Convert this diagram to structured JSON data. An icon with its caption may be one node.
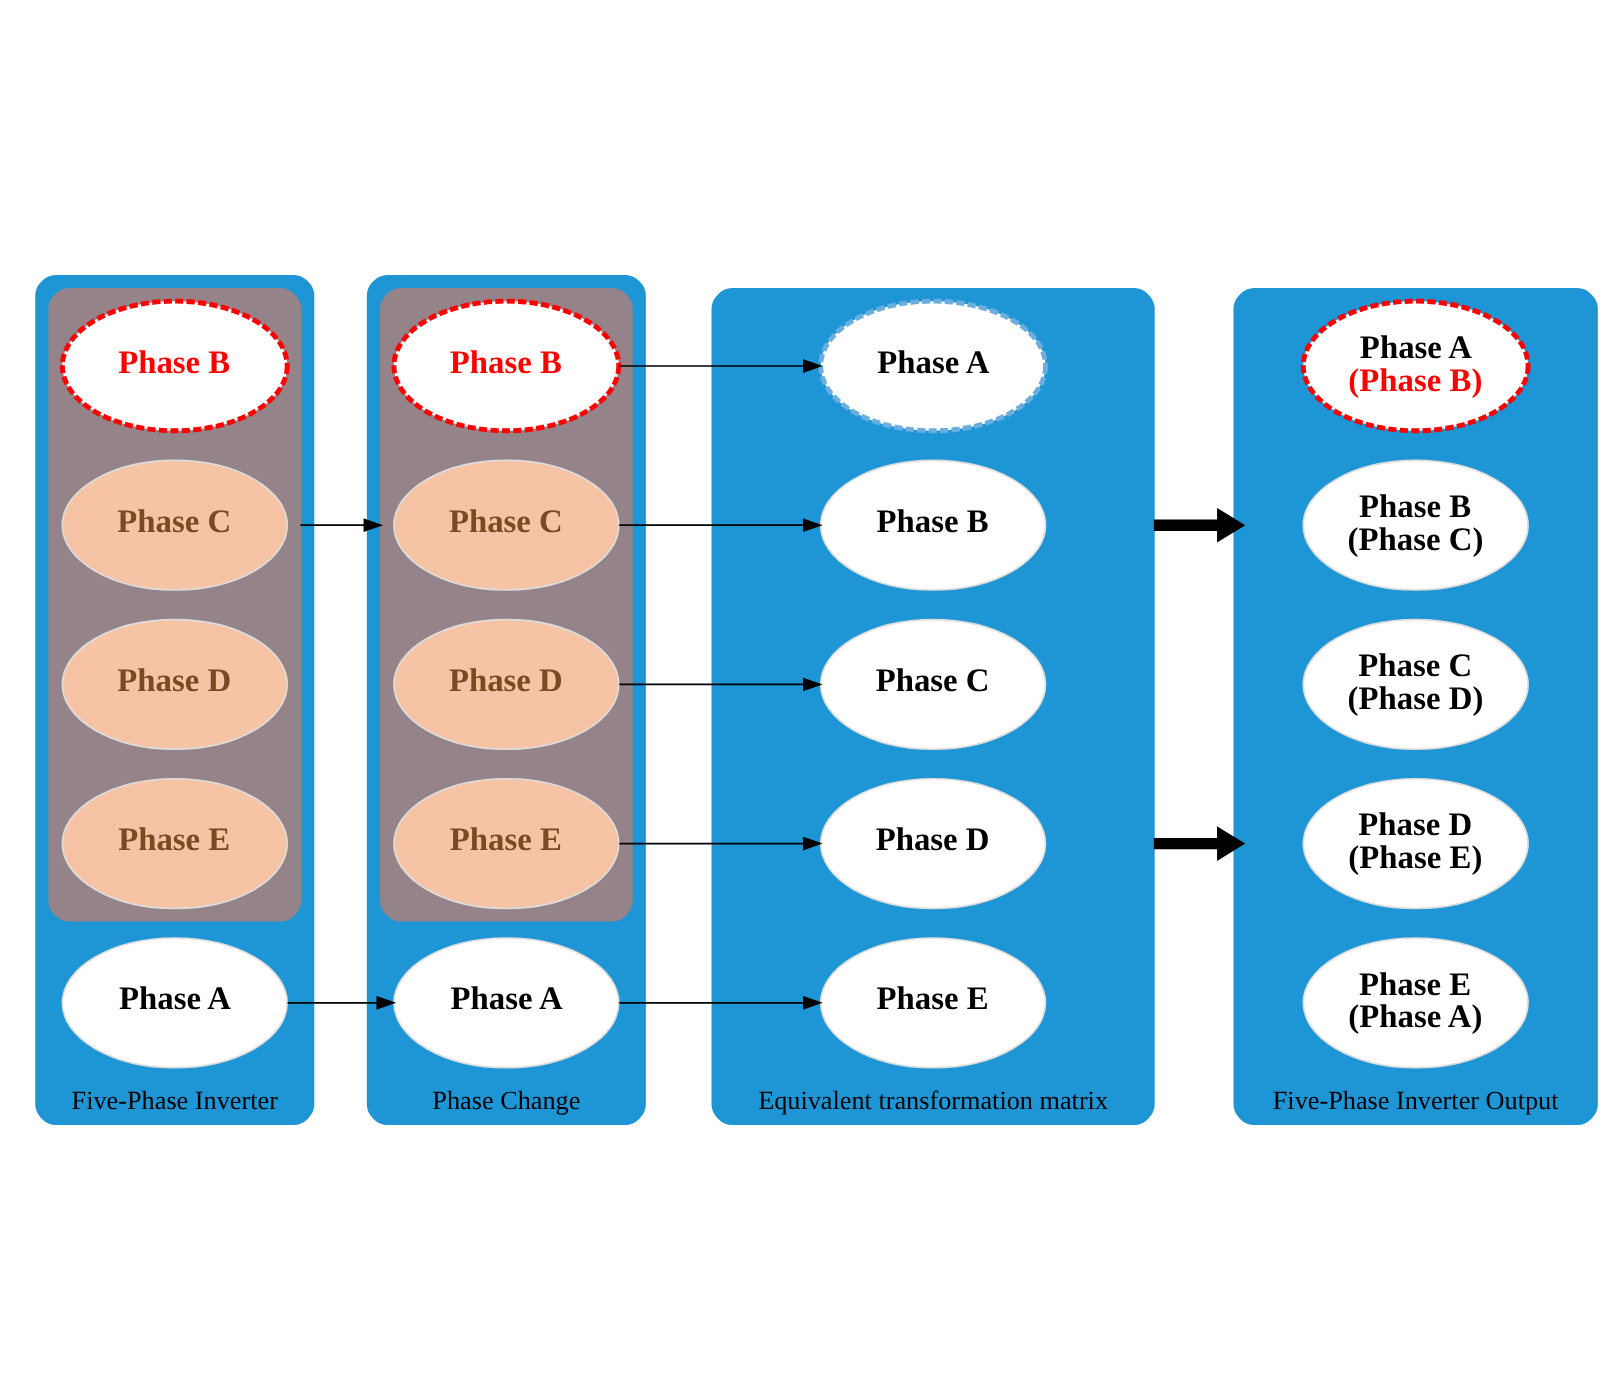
{
  "diagram": {
    "nodes": [
      {
        "text": [
          "Five-Phase Inverter"
        ]
      },
      {
        "text": [
          "Phase A"
        ],
        "in": 0
      },
      {
        "text": [],
        "shape": "box",
        "in": 0
      },
      {
        "text": [
          "Phase B"
        ],
        "in": 2
      },
      {
        "text": [
          "Phase C"
        ],
        "in": 2
      },
      {
        "text": [
          "Phase D"
        ],
        "in": 2
      },
      {
        "text": [
          "Phase E"
        ],
        "in": 2
      },
      {
        "text": [
          "Phase Change"
        ]
      },
      {
        "text": [],
        "shape": "box",
        "in": 7
      },
      {
        "text": [
          "Phase B"
        ],
        "in": 8
      },
      {
        "text": [
          "Phase C"
        ],
        "in": 8
      },
      {
        "text": [
          "Phase D"
        ],
        "in": 8
      },
      {
        "text": [
          "Phase E"
        ],
        "in": 8
      },
      {
        "text": [
          "Phase A"
        ],
        "in": 7
      },
      {
        "text": [
          "Equivalent transformation matrix"
        ]
      },
      {
        "text": [
          "Phase A"
        ],
        "in": 14
      },
      {
        "text": [
          "Phase B"
        ],
        "in": 14
      },
      {
        "text": [
          "Phase C"
        ],
        "in": 14
      },
      {
        "text": [
          "Phase D"
        ],
        "in": 14
      },
      {
        "text": [
          "Phase E"
        ],
        "in": 14
      },
      {
        "text": [
          "Five-Phase Inverter Output"
        ]
      },
      {
        "text": [
          "Phase A",
          "(Phase B)"
        ],
        "in": 20
      },
      {
        "text": [
          "Phase B",
          "(Phase C)"
        ],
        "in": 20
      },
      {
        "text": [
          "Phase C",
          "(Phase D)"
        ],
        "in": 20
      },
      {
        "text": [
          "Phase D",
          "(Phase E)"
        ],
        "in": 20
      },
      {
        "text": [
          "Phase E",
          "(Phase A)"
        ],
        "in": 20
      }
    ],
    "edges": [
      {
        "from": 1,
        "to": 13,
        "arrow": "to"
      },
      {
        "from": 2,
        "to": 8,
        "arrow": "to"
      },
      {
        "from": 9,
        "to": 15,
        "arrow": "to"
      },
      {
        "from": 10,
        "to": 16,
        "arrow": "to"
      },
      {
        "from": 11,
        "to": 17,
        "arrow": "to"
      },
      {
        "from": 12,
        "to": 18,
        "arrow": "to"
      },
      {
        "from": 13,
        "to": 19,
        "arrow": "to"
      },
      {
        "from": 14,
        "to": 20,
        "arrow": "to",
        "style": "thick"
      },
      {
        "from": 14,
        "to": 20,
        "arrow": "to",
        "style": "thick"
      }
    ]
  }
}
